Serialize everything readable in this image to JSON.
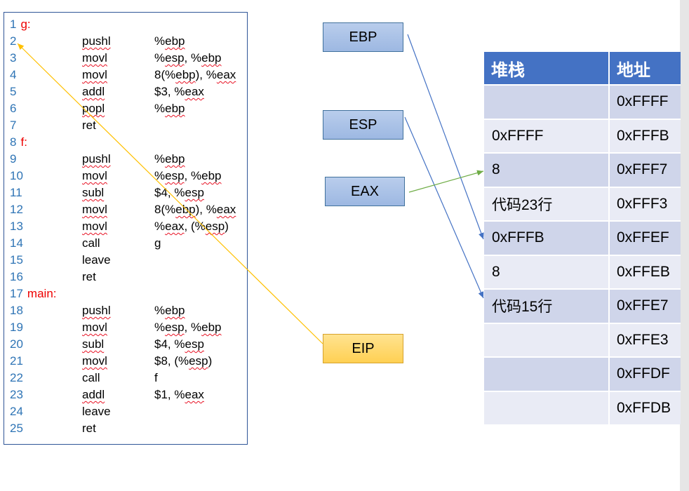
{
  "code": {
    "lines": [
      {
        "num": "1",
        "label": "g:"
      },
      {
        "num": "2",
        "instr": "pushl",
        "operand": "%ebp"
      },
      {
        "num": "3",
        "instr": "movl",
        "operand": "%esp, %ebp"
      },
      {
        "num": "4",
        "instr": "movl",
        "operand": "8(%ebp), %eax"
      },
      {
        "num": "5",
        "instr": "addl",
        "operand": "$3, %eax"
      },
      {
        "num": "6",
        "instr": "popl",
        "operand": "%ebp"
      },
      {
        "num": "7",
        "instr": "ret"
      },
      {
        "num": "8",
        "label": "f:"
      },
      {
        "num": "9",
        "instr": "pushl",
        "operand": "%ebp"
      },
      {
        "num": "10",
        "instr": "movl",
        "operand": "%esp, %ebp"
      },
      {
        "num": "11",
        "instr": "subl",
        "operand": "$4, %esp"
      },
      {
        "num": "12",
        "instr": "movl",
        "operand": "8(%ebp), %eax"
      },
      {
        "num": "13",
        "instr": "movl",
        "operand": "%eax, (%esp)"
      },
      {
        "num": "14",
        "instr": "call",
        "operand": "g"
      },
      {
        "num": "15",
        "instr": "leave"
      },
      {
        "num": "16",
        "instr": "ret"
      },
      {
        "num": "17",
        "label": "main:"
      },
      {
        "num": "18",
        "instr": "pushl",
        "operand": "%ebp"
      },
      {
        "num": "19",
        "instr": "movl",
        "operand": "%esp, %ebp"
      },
      {
        "num": "20",
        "instr": "subl",
        "operand": "$4, %esp"
      },
      {
        "num": "21",
        "instr": "movl",
        "operand": "$8, (%esp)"
      },
      {
        "num": "22",
        "instr": "call",
        "operand": "f"
      },
      {
        "num": "23",
        "instr": "addl",
        "operand": "$1, %eax"
      },
      {
        "num": "24",
        "instr": "leave"
      },
      {
        "num": "25",
        "instr": "ret"
      }
    ]
  },
  "registers": {
    "ebp": "EBP",
    "esp": "ESP",
    "eax": "EAX",
    "eip": "EIP"
  },
  "stack_table": {
    "headers": {
      "stack": "堆栈",
      "address": "地址"
    },
    "rows": [
      {
        "address": "0xFFFF"
      },
      {
        "value": "0xFFFF",
        "address": "0xFFFB"
      },
      {
        "value": "8",
        "address": "0xFFF7"
      },
      {
        "value": "代码23行",
        "address": "0xFFF3"
      },
      {
        "value": "0xFFFB",
        "address": "0xFFEF"
      },
      {
        "value": "8",
        "address": "0xFFEB"
      },
      {
        "value": "代码15行",
        "address": "0xFFE7"
      },
      {
        "address": "0xFFE3"
      },
      {
        "address": "0xFFDF"
      },
      {
        "address": "0xFFDB"
      }
    ]
  },
  "colors": {
    "code_border": "#2f5597",
    "line_number": "#2e74b5",
    "label_red": "#ee0000",
    "spellcheck_red": "#e81123",
    "register_top": "#b9cdec",
    "register_bottom": "#9db8e2",
    "register_border": "#41719c",
    "eip_top": "#ffe390",
    "eip_bottom": "#ffd053",
    "eip_border": "#d6a22c",
    "header_bg": "#4472c4",
    "band_dark": "#cfd5ea",
    "band_light": "#e9ebf5",
    "pointer_blue": "#4472c4",
    "pointer_green": "#70ad47",
    "pointer_yellow": "#ffc000",
    "page_edge": "#e6e6e6"
  }
}
